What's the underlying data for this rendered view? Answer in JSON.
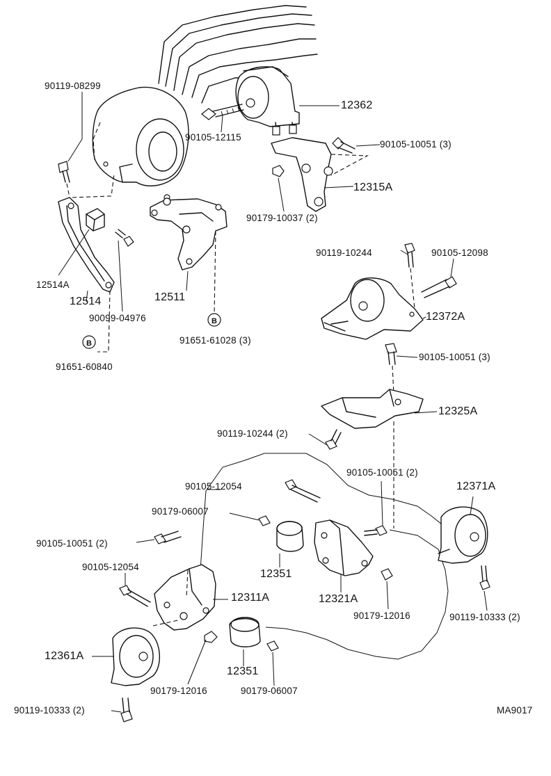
{
  "labels": {
    "p90119_08299": "90119-08299",
    "p12362": "12362",
    "p90105_12115": "90105-12115",
    "p90105_10051_3a": "90105-10051 (3)",
    "p12315A": "12315A",
    "p90179_10037": "90179-10037 (2)",
    "p90119_10244a": "90119-10244",
    "p90105_12098": "90105-12098",
    "p12514A": "12514A",
    "p12514": "12514",
    "p12511": "12511",
    "p90099_04976": "90099-04976",
    "p12372A": "12372A",
    "p91651_60840": "91651-60840",
    "p91651_61028": "91651-61028 (3)",
    "p90105_10051_3b": "90105-10051 (3)",
    "p12325A": "12325A",
    "p90119_10244_2": "90119-10244 (2)",
    "p90105_10051_2a": "90105-10051 (2)",
    "p90105_12054a": "90105-12054",
    "p12371A": "12371A",
    "p90179_06007a": "90179-06007",
    "p90105_10051_2b": "90105-10051  (2)",
    "p90105_12054b": "90105-12054",
    "p12351a": "12351",
    "p12311A": "12311A",
    "p12321A": "12321A",
    "p90179_12016a": "90179-12016",
    "p90119_10333a": "90119-10333 (2)",
    "p12361A": "12361A",
    "p12351b": "12351",
    "p90179_12016b": "90179-12016",
    "p90179_06007b": "90179-06007",
    "p90119_10333b": "90119-10333 (2)",
    "code": "MA9017",
    "markerB": "B"
  }
}
